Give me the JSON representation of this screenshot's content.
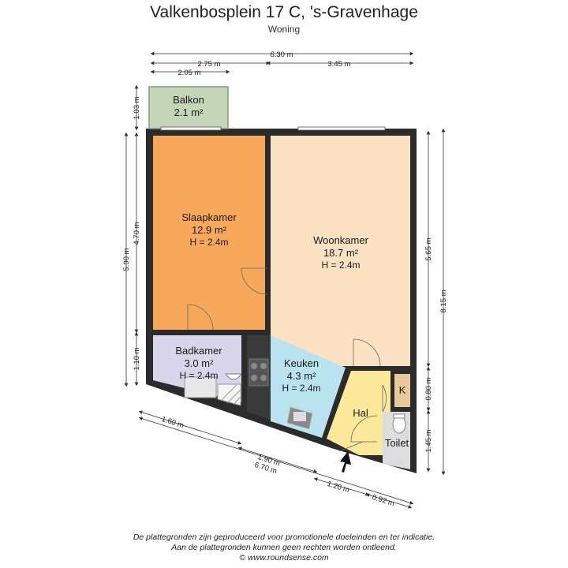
{
  "title": "Valkenbosplein 17 C, 's-Gravenhage",
  "subtitle": "Woning",
  "rooms": {
    "balkon": {
      "name": "Balkon",
      "area": "2.1 m²"
    },
    "slaapkamer": {
      "name": "Slaapkamer",
      "area": "12.9 m²",
      "height": "H = 2.4m"
    },
    "woonkamer": {
      "name": "Woonkamer",
      "area": "18.7 m²",
      "height": "H = 2.4m"
    },
    "badkamer": {
      "name": "Badkamer",
      "area": "3.0 m²",
      "height": "H = 2.4m"
    },
    "keuken": {
      "name": "Keuken",
      "area": "4.3 m²",
      "height": "H = 2.4m"
    },
    "hal": {
      "name": "Hal"
    },
    "toilet": {
      "name": "Toilet"
    },
    "kast": {
      "name": "K"
    }
  },
  "dimensions": {
    "top_total": "6.30 m",
    "top_left": "2.75 m",
    "top_right": "3.45 m",
    "top_balcony": "2.05 m",
    "left_balcony": "1.03 m",
    "left_total": "5.90 m",
    "left_bedroom": "4.70 m",
    "left_bathroom": "1.10 m",
    "right_living": "5.65 m",
    "right_total": "8.15 m",
    "right_k": "0.80 m",
    "right_toilet": "1.45 m",
    "bottom_a": "1.60 m",
    "bottom_b": "1.90 m",
    "bottom_total": "6.70 m",
    "bottom_c": "1.20 m",
    "bottom_d": "0.92 m"
  },
  "footer": {
    "line1": "De plattegronden zijn geproduceerd voor promotionele doeleinden en ter indicatie.",
    "line2": "Aan de plattegronden kunnen geen rechten worden ontleend.",
    "line3": "© www.roundsense.com"
  },
  "colors": {
    "wall": "#2b2b2b",
    "slaapkamer": "#f8a85a",
    "woonkamer": "#fde1c3",
    "badkamer": "#d9d6ec",
    "keuken": "#b9e3ee",
    "hal": "#fbe898",
    "balkon": "#c5d5b8",
    "toilet": "#dddddd",
    "kast": "#e8c99a"
  }
}
